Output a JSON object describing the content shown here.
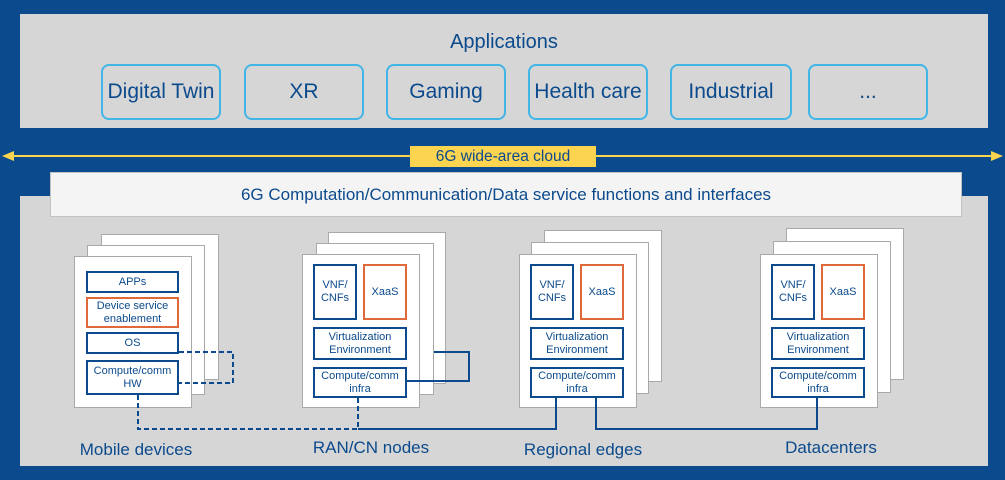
{
  "applications": {
    "title": "Applications",
    "items": [
      {
        "label": "Digital Twin"
      },
      {
        "label": "XR"
      },
      {
        "label": "Gaming"
      },
      {
        "label": "Health care"
      },
      {
        "label": "Industrial"
      },
      {
        "label": "..."
      }
    ]
  },
  "cloud": {
    "label": "6G wide-area cloud"
  },
  "service_bar": {
    "label": "6G Computation/Communication/Data service functions and interfaces"
  },
  "mobile": {
    "label": "Mobile devices",
    "apps": "APPs",
    "enablement": "Device service enablement",
    "os": "OS",
    "hw": "Compute/comm HW"
  },
  "ran": {
    "label": "RAN/CN nodes",
    "vnf": "VNF/ CNFs",
    "xaas": "XaaS",
    "virt": "Virtualization Environment",
    "infra": "Compute/comm infra"
  },
  "edge": {
    "label": "Regional edges",
    "vnf": "VNF/ CNFs",
    "xaas": "XaaS",
    "virt": "Virtualization Environment",
    "infra": "Compute/comm infra"
  },
  "dc": {
    "label": "Datacenters",
    "vnf": "VNF/ CNFs",
    "xaas": "XaaS",
    "virt": "Virtualization Environment",
    "infra": "Compute/comm infra"
  },
  "colors": {
    "background": "#0b4a8c",
    "panel": "#d6d6d6",
    "app_border": "#41b6e6",
    "cloud_label": "#fdd44f",
    "xaas_border": "#e0693a"
  }
}
